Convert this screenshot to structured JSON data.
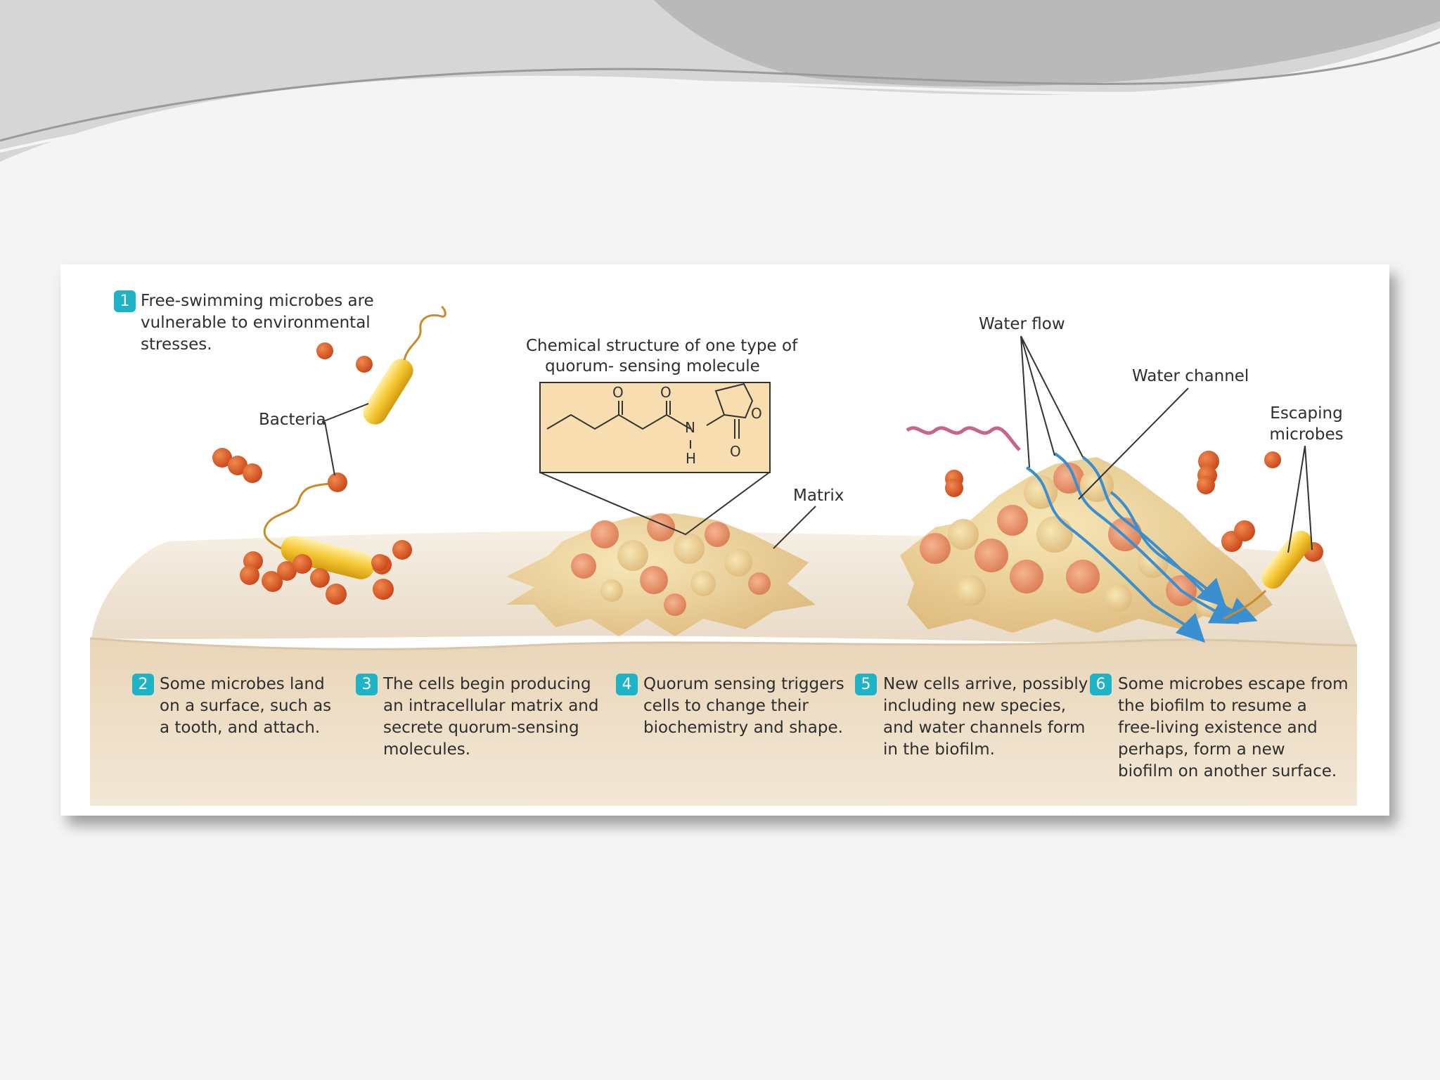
{
  "diagram": {
    "steps": [
      {
        "num": "1",
        "lines": [
          "Free-swimming microbes are",
          "vulnerable to environmental",
          "stresses."
        ]
      },
      {
        "num": "2",
        "lines": [
          "Some microbes land",
          "on a surface, such as",
          "a tooth, and attach."
        ]
      },
      {
        "num": "3",
        "lines": [
          "The cells begin producing",
          "an intracellular matrix and",
          "secrete quorum-sensing",
          "molecules."
        ]
      },
      {
        "num": "4",
        "lines": [
          "Quorum sensing triggers",
          "cells to change their",
          "biochemistry and shape."
        ]
      },
      {
        "num": "5",
        "lines": [
          "New cells arrive, possibly",
          "including new species,",
          "and water channels form",
          "in the biofilm."
        ]
      },
      {
        "num": "6",
        "lines": [
          "Some microbes escape from",
          "the biofilm to resume a",
          "free-living existence and",
          "perhaps, form a new",
          "biofilm on another surface."
        ]
      }
    ],
    "labels": {
      "bacteria": "Bacteria",
      "chemical_line1": "Chemical structure of one type of",
      "chemical_line2": "quorum- sensing molecule",
      "matrix": "Matrix",
      "water_flow": "Water flow",
      "water_channel": "Water channel",
      "escaping_line1": "Escaping",
      "escaping_line2": "microbes"
    },
    "chem_atoms": {
      "o1": "O",
      "o2": "O",
      "n": "N",
      "h": "H",
      "o_ring": "O",
      "o_carbonyl": "O"
    }
  },
  "colors": {
    "accent": "#1fb3c7",
    "cocci": "#d9531e",
    "bacillus": "#f2c230",
    "surface": "#efe5d6",
    "water": "#3a8fd1"
  }
}
